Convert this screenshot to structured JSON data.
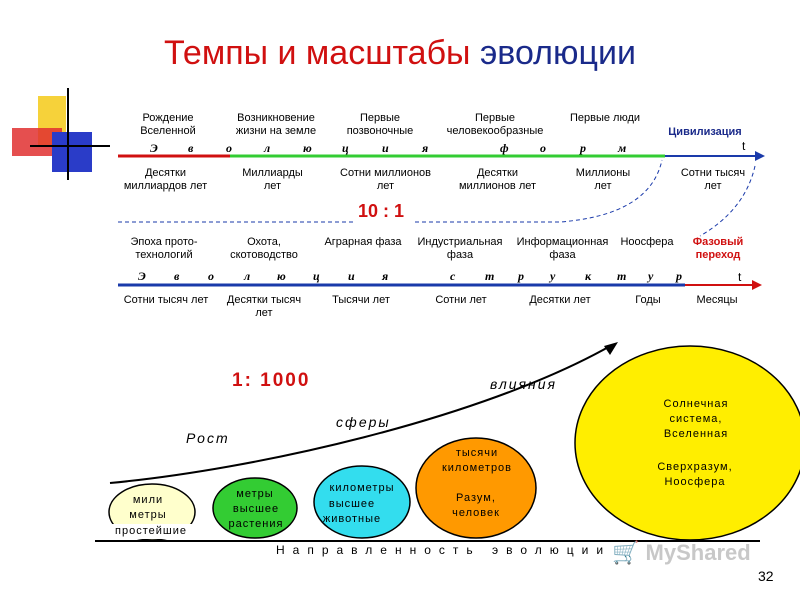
{
  "title": {
    "part1": "Темпы и масштабы",
    "part2": "эволюции"
  },
  "timeline1": {
    "events": [
      "Рождение Вселенной",
      "Возникновение жизни на земле",
      "Первые позвоночные",
      "Первые человекообразные",
      "Первые люди",
      "Цивилизация"
    ],
    "axis_word": [
      "Э",
      "в",
      "о",
      "л",
      "ю",
      "ц",
      "и",
      "я",
      "ф",
      "о",
      "р",
      "м"
    ],
    "t_label": "t",
    "durations": [
      "Десятки миллиардов лет",
      "Миллиарды лет",
      "Сотни миллионов лет",
      "Десятки миллионов лет",
      "Миллионы лет",
      "Сотни тысяч лет"
    ]
  },
  "ratio1": "10 : 1",
  "timeline2": {
    "events": [
      "Эпоха прото-технологий",
      "Охота, скотоводство",
      "Аграрная фаза",
      "Индустриальная фаза",
      "Информационная фаза",
      "Ноосфера",
      "Фазовый переход"
    ],
    "axis_word": [
      "Э",
      "в",
      "о",
      "л",
      "ю",
      "ц",
      "и",
      "я",
      "с",
      "т",
      "р",
      "у",
      "к",
      "т",
      "у",
      "р"
    ],
    "t_label": "t",
    "durations": [
      "Сотни тысяч лет",
      "Десятки тысяч лет",
      "Тысячи лет",
      "Сотни лет",
      "Десятки лет",
      "Годы",
      "Месяцы"
    ]
  },
  "ratio2": "1: 1000",
  "growth": {
    "word1": "Рост",
    "word2": "сферы",
    "word3": "влияния"
  },
  "spheres": [
    {
      "size": "мили метры",
      "who": "простейшие",
      "color": "#ffffcc"
    },
    {
      "size": "метры",
      "who": "высшее растения",
      "color": "#33cc33"
    },
    {
      "size": "километры",
      "who": "высшее животные",
      "color": "#33ddee"
    },
    {
      "size": "тысячи километров",
      "who": "Разум, человек",
      "color": "#ff9900"
    },
    {
      "size": "Солнечная система, Вселенная",
      "who": "Сверхразум, Ноосфера",
      "color": "#ffee00"
    }
  ],
  "direction": "Направленность эволюции",
  "watermark": "MyShared",
  "page_number": "32",
  "colors": {
    "red": "#d01010",
    "blue": "#1a2a8a",
    "green": "#33cc33",
    "axis_blue": "#1a3aaa"
  }
}
